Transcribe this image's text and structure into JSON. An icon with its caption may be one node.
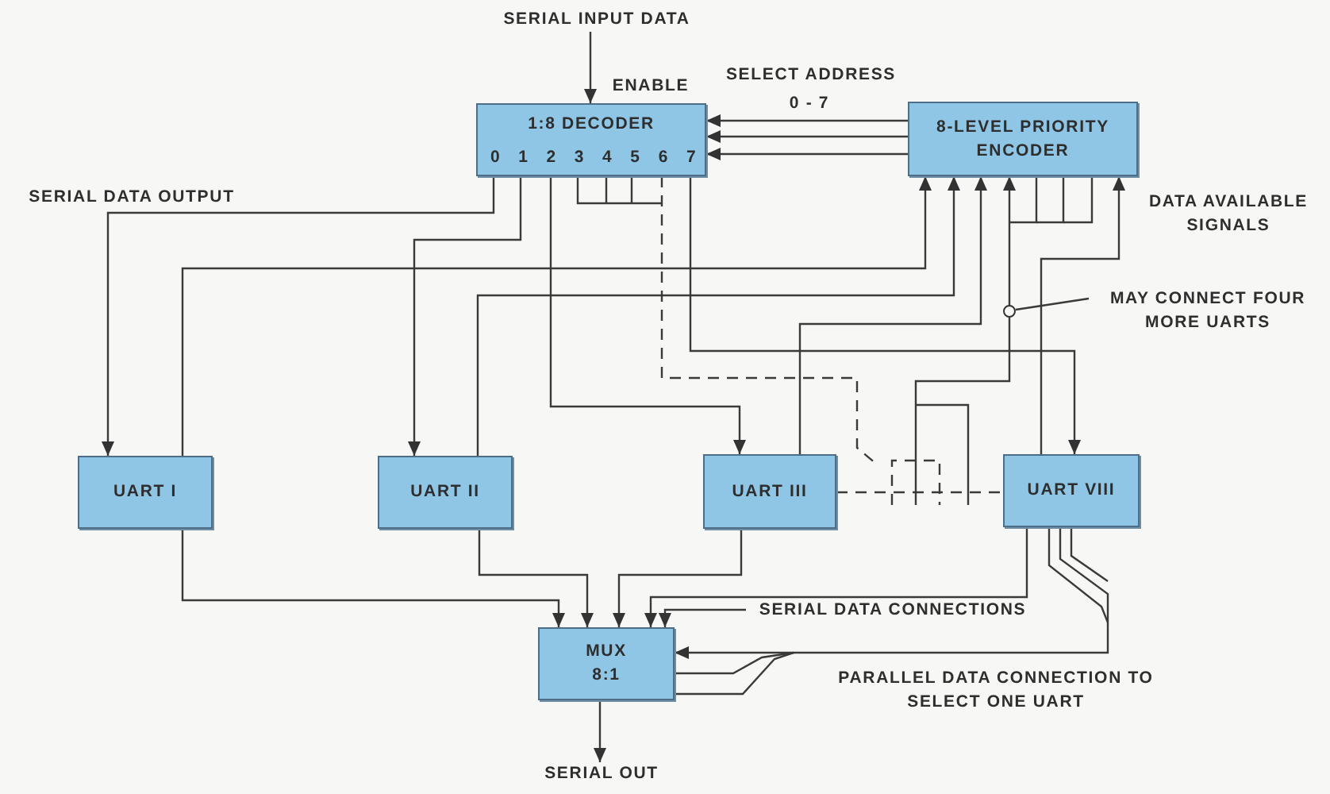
{
  "diagram": {
    "nodes": [
      {
        "text": [
          "1:8 DECODER",
          "0 1 2 3 4 5 6 7"
        ]
      },
      {
        "text": [
          "8-LEVEL PRIORITY ENCODER"
        ]
      },
      {
        "text": [
          "UART I"
        ]
      },
      {
        "text": [
          "UART II"
        ]
      },
      {
        "text": [
          "UART III"
        ]
      },
      {
        "text": [
          "UART VIII"
        ]
      },
      {
        "text": [
          "MUX 8:1"
        ]
      },
      {
        "text": [
          "SERIAL INPUT DATA"
        ]
      },
      {
        "text": [
          "SERIAL OUT"
        ]
      },
      {
        "text": [
          "SERIAL DATA CONNECTIONS"
        ]
      },
      {
        "text": [
          "MAY CONNECT FOUR MORE UARTS"
        ]
      },
      {
        "text": [],
        "shape": "circle"
      }
    ],
    "edges": [
      {
        "from": 7,
        "to": 0,
        "arrow": "to"
      },
      {
        "from": 1,
        "to": 0,
        "arrow": "to"
      },
      {
        "from": 1,
        "to": 0,
        "arrow": "to"
      },
      {
        "from": 1,
        "to": 0,
        "arrow": "to"
      },
      {
        "from": 0,
        "to": 2,
        "arrow": "to"
      },
      {
        "from": 0,
        "to": 3,
        "arrow": "to"
      },
      {
        "from": 0,
        "to": 4,
        "arrow": "to"
      },
      {
        "from": 0,
        "to": 5,
        "arrow": "to"
      },
      {
        "from": 0,
        "to": null,
        "arrow": "none",
        "style": "dashed"
      },
      {
        "from": 2,
        "to": 1,
        "arrow": "to"
      },
      {
        "from": 3,
        "to": 1,
        "arrow": "to"
      },
      {
        "from": 4,
        "to": 1,
        "arrow": "to"
      },
      {
        "from": 5,
        "to": 1,
        "arrow": "to"
      },
      {
        "from": null,
        "to": 1,
        "arrow": "to"
      },
      {
        "from": 4,
        "to": 5,
        "arrow": "none",
        "style": "dashed"
      },
      {
        "from": 2,
        "to": 6,
        "arrow": "to"
      },
      {
        "from": 3,
        "to": 6,
        "arrow": "to"
      },
      {
        "from": 4,
        "to": 6,
        "arrow": "to"
      },
      {
        "from": 5,
        "to": 6,
        "arrow": "to"
      },
      {
        "from": 5,
        "to": 6,
        "arrow": "to",
        "label": "PARALLEL DATA CONNECTION TO SELECT ONE UART"
      },
      {
        "from": 6,
        "to": 8,
        "arrow": "to"
      },
      {
        "from": 9,
        "to": 6,
        "arrow": "to"
      },
      {
        "from": 10,
        "to": 11,
        "arrow": "none"
      }
    ],
    "labels": [
      "ENABLE",
      "SELECT ADDRESS",
      "0 - 7",
      "SERIAL DATA OUTPUT",
      "DATA AVAILABLE SIGNALS"
    ]
  }
}
